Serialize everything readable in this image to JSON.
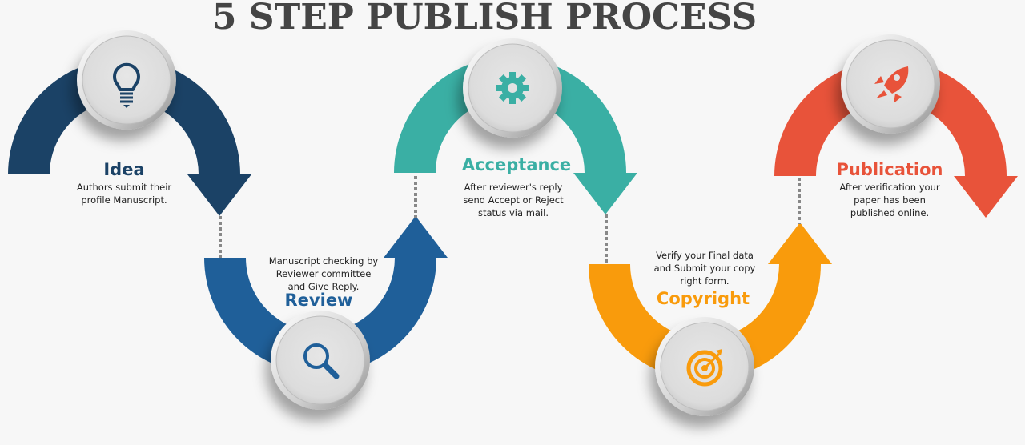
{
  "title": "5 STEP PUBLISH PROCESS",
  "steps": [
    {
      "label": "Idea",
      "icon": "lightbulb-icon",
      "color": "#1b4266",
      "desc": [
        "Authors submit their",
        "profile Manuscript."
      ]
    },
    {
      "label": "Review",
      "icon": "magnifier-icon",
      "color": "#1f5f99",
      "desc": [
        "Manuscript checking by",
        "Reviewer committee",
        "and Give Reply."
      ]
    },
    {
      "label": "Acceptance",
      "icon": "gear-icon",
      "color": "#3aafa4",
      "desc": [
        "After reviewer's reply",
        "send Accept or Reject",
        "status via mail."
      ]
    },
    {
      "label": "Copyright",
      "icon": "target-icon",
      "color": "#f99b0c",
      "desc": [
        "Verify your Final data",
        "and Submit your copy",
        "right form."
      ]
    },
    {
      "label": "Publication",
      "icon": "rocket-icon",
      "color": "#e8533a",
      "desc": [
        "After verification your",
        "paper has been",
        "published online."
      ]
    }
  ]
}
